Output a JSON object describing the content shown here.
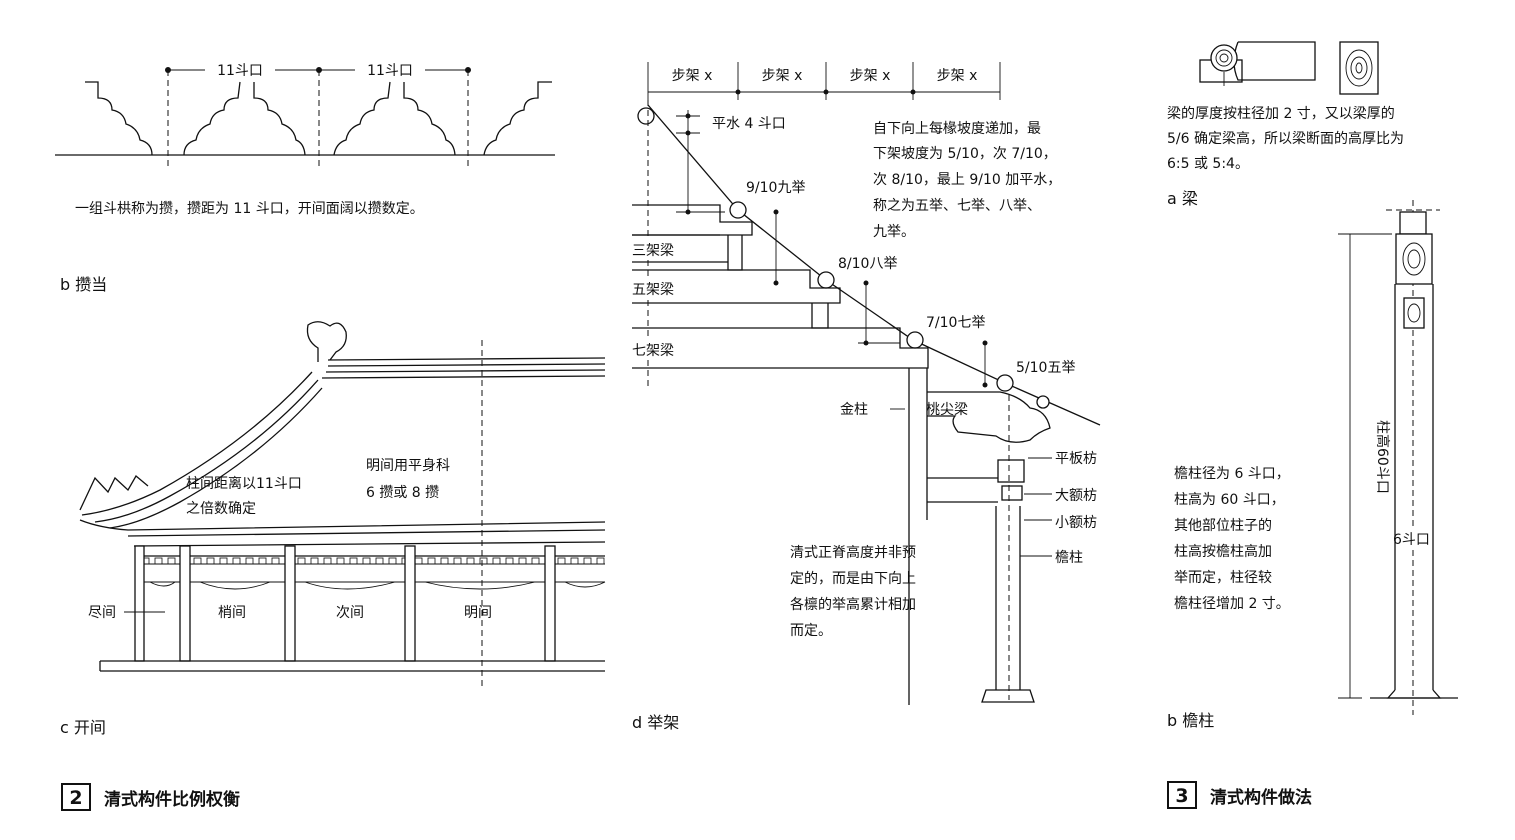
{
  "panel_b": {
    "spacing_label_1": "11斗口",
    "spacing_label_2": "11斗口",
    "description": "一组斗栱称为攒，攒距为 11 斗口，开间面阔以攒数定。",
    "caption": "b 攒当"
  },
  "panel_c": {
    "note_1_line1": "柱间距离以11斗口",
    "note_1_line2": "之倍数确定",
    "note_2_line1": "明间用平身科",
    "note_2_line2": "6 攒或 8 攒",
    "bays": [
      "尽间",
      "梢间",
      "次间",
      "明间"
    ],
    "caption": "c 开间"
  },
  "panel_d": {
    "steps": [
      "步架 x",
      "步架 x",
      "步架 x",
      "步架 x"
    ],
    "level_label": "平水 4 斗口",
    "pitch_9": "9/10九举",
    "pitch_8": "8/10八举",
    "pitch_7": "7/10七举",
    "pitch_5": "5/10五举",
    "beams": [
      "三架梁",
      "五架梁",
      "七架梁"
    ],
    "note_lines": [
      "自下向上每椽坡度递加，最",
      "下架坡度为 5/10，次 7/10，",
      "次 8/10，最上 9/10 加平水，",
      "称之为五举、七举、八举、",
      "九举。"
    ],
    "jin_zhu": "金柱",
    "tiaojian_liang": "桃尖梁",
    "part_labels": [
      "平板枋",
      "大额枋",
      "小额枋",
      "檐柱"
    ],
    "bottom_note_lines": [
      "清式正脊高度并非预",
      "定的，而是由下向上",
      "各檩的举高累计相加",
      "而定。"
    ],
    "caption": "d 举架"
  },
  "panel_a": {
    "note_lines": [
      "梁的厚度按柱径加 2 寸，又以梁厚的",
      "5/6 确定梁高，所以梁断面的高厚比为",
      "6:5 或 5:4。"
    ],
    "caption": "a 梁"
  },
  "panel_col": {
    "note_lines": [
      "檐柱径为 6 斗口，",
      "柱高为 60 斗口，",
      "其他部位柱子的",
      "柱高按檐柱高加",
      "举而定，柱径较",
      "檐柱径增加 2 寸。"
    ],
    "height_label": "柱高60斗口",
    "dia_label": "6斗口",
    "caption": "b 檐柱"
  },
  "figure_2": {
    "number": "2",
    "title": "清式构件比例权衡"
  },
  "figure_3": {
    "number": "3",
    "title": "清式构件做法"
  }
}
